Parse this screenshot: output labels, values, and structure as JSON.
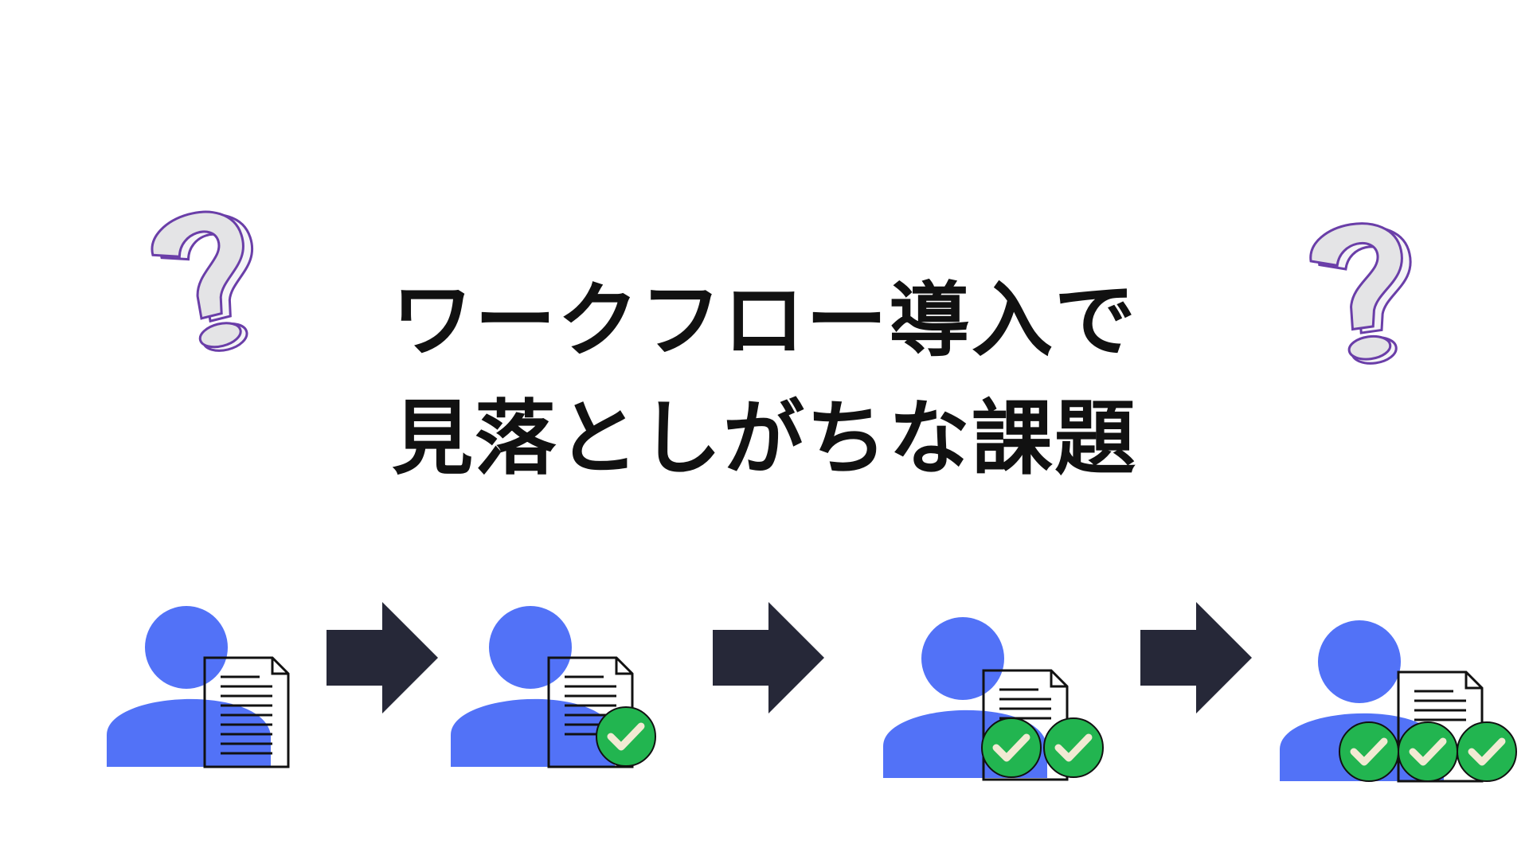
{
  "title": {
    "line1": "ワークフロー導入で",
    "line2": "見落としがちな課題"
  },
  "colors": {
    "background": "#ffffff",
    "person": "#5272f7",
    "arrow": "#262838",
    "check_fill": "#22b550",
    "check_mark": "#f2ead3",
    "qmark_fill": "#e4e4e6",
    "qmark_outline": "#6a3ea8"
  },
  "icons": {
    "question_mark": "question-mark-icon",
    "person": "person-icon",
    "document": "document-icon",
    "check": "check-circle-icon",
    "arrow": "arrow-right-icon"
  },
  "workflow": {
    "stages": [
      {
        "approvals": 0
      },
      {
        "approvals": 1
      },
      {
        "approvals": 2
      },
      {
        "approvals": 3
      }
    ]
  }
}
